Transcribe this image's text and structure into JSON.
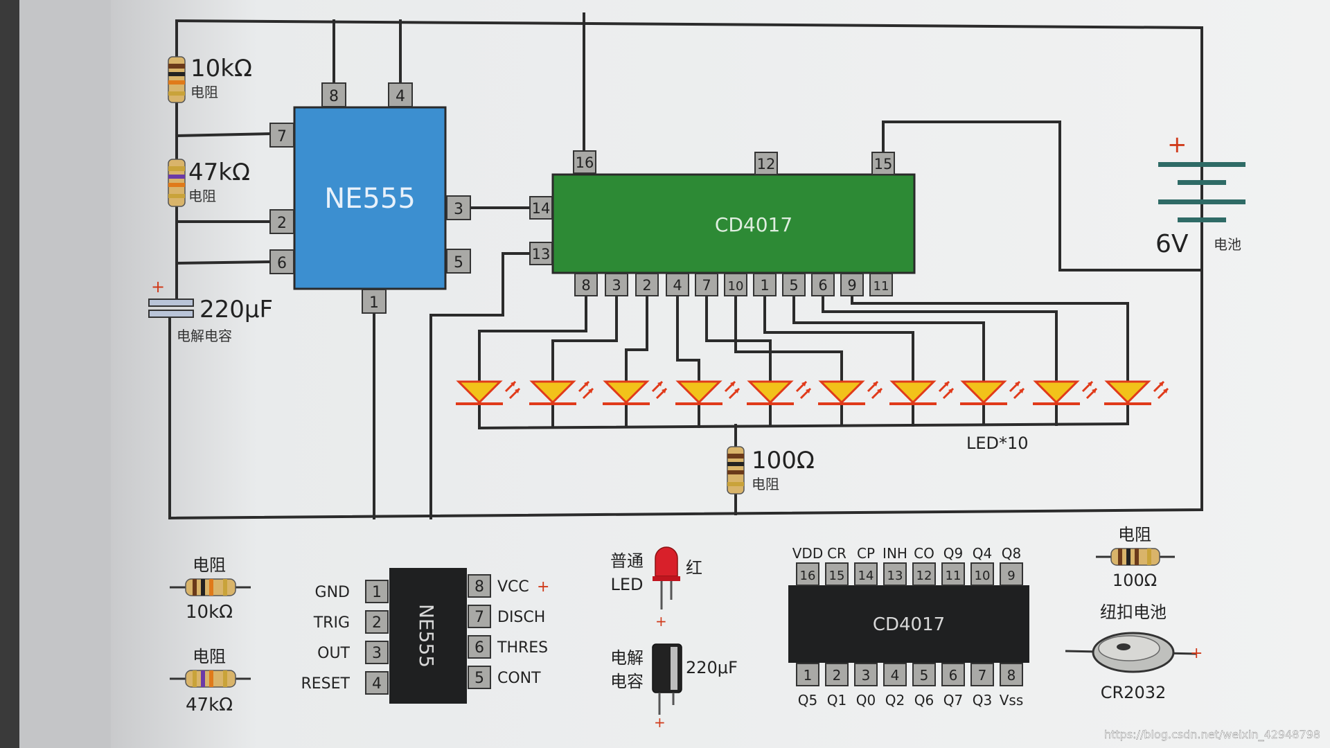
{
  "colors": {
    "wire": "#2b2b2b",
    "ne555_fill": "#3c8fd0",
    "cd4017_fill": "#2d8a35",
    "chip_dark": "#1f2021",
    "led_fill": "#f2c21a",
    "led_edge": "#e03a1a",
    "pin_fill": "#a9a9a6",
    "paper": "#eceeef"
  },
  "diagram": {
    "ne555_label": "NE555",
    "cd4017_label": "CD4017",
    "ne555_pins": {
      "p8": "8",
      "p4": "4",
      "p7": "7",
      "p2": "2",
      "p6": "6",
      "p3": "3",
      "p5": "5",
      "p1": "1"
    },
    "cd4017_top_pins": [
      "16",
      "12",
      "15"
    ],
    "cd4017_left_pins": [
      "14",
      "13"
    ],
    "cd4017_bottom_pins": [
      "8",
      "3",
      "2",
      "4",
      "7",
      "10",
      "1",
      "5",
      "6",
      "9",
      "11"
    ],
    "r1": {
      "value": "10kΩ",
      "type": "电阻"
    },
    "r2": {
      "value": "47kΩ",
      "type": "电阻"
    },
    "cap": {
      "value": "220μF",
      "type": "电解电容",
      "polarity": "+"
    },
    "r3": {
      "value": "100Ω",
      "type": "电阻"
    },
    "leds_label": "LED*10",
    "battery": {
      "voltage": "6V",
      "type": "电池",
      "polarity": "+"
    }
  },
  "legend": {
    "res_10k": {
      "title": "电阻",
      "value": "10kΩ"
    },
    "res_47k": {
      "title": "电阻",
      "value": "47kΩ"
    },
    "ne555": {
      "chip_label": "NE555",
      "left": [
        {
          "num": "1",
          "name": "GND"
        },
        {
          "num": "2",
          "name": "TRIG"
        },
        {
          "num": "3",
          "name": "OUT"
        },
        {
          "num": "4",
          "name": "RESET"
        }
      ],
      "right": [
        {
          "num": "8",
          "name": "VCC",
          "sign": "+"
        },
        {
          "num": "7",
          "name": "DISCH"
        },
        {
          "num": "6",
          "name": "THRES"
        },
        {
          "num": "5",
          "name": "CONT"
        }
      ]
    },
    "led": {
      "line1": "普通",
      "line2": "LED",
      "color": "红",
      "polarity": "+"
    },
    "ecap": {
      "line1": "电解",
      "line2": "电容",
      "value": "220μF",
      "polarity": "+"
    },
    "cd4017": {
      "chip_label": "CD4017",
      "top_names": [
        "VDD",
        "CR",
        "CP",
        "INH",
        "CO",
        "Q9",
        "Q4",
        "Q8"
      ],
      "top_nums": [
        "16",
        "15",
        "14",
        "13",
        "12",
        "11",
        "10",
        "9"
      ],
      "bottom_nums": [
        "1",
        "2",
        "3",
        "4",
        "5",
        "6",
        "7",
        "8"
      ],
      "bottom_names": [
        "Q5",
        "Q1",
        "Q0",
        "Q2",
        "Q6",
        "Q7",
        "Q3",
        "Vss"
      ]
    },
    "res_100": {
      "title": "电阻",
      "value": "100Ω"
    },
    "coin_cell": {
      "title": "纽扣电池",
      "value": "CR2032",
      "polarity": "+"
    }
  },
  "watermark": "https://blog.csdn.net/weixin_42948798"
}
